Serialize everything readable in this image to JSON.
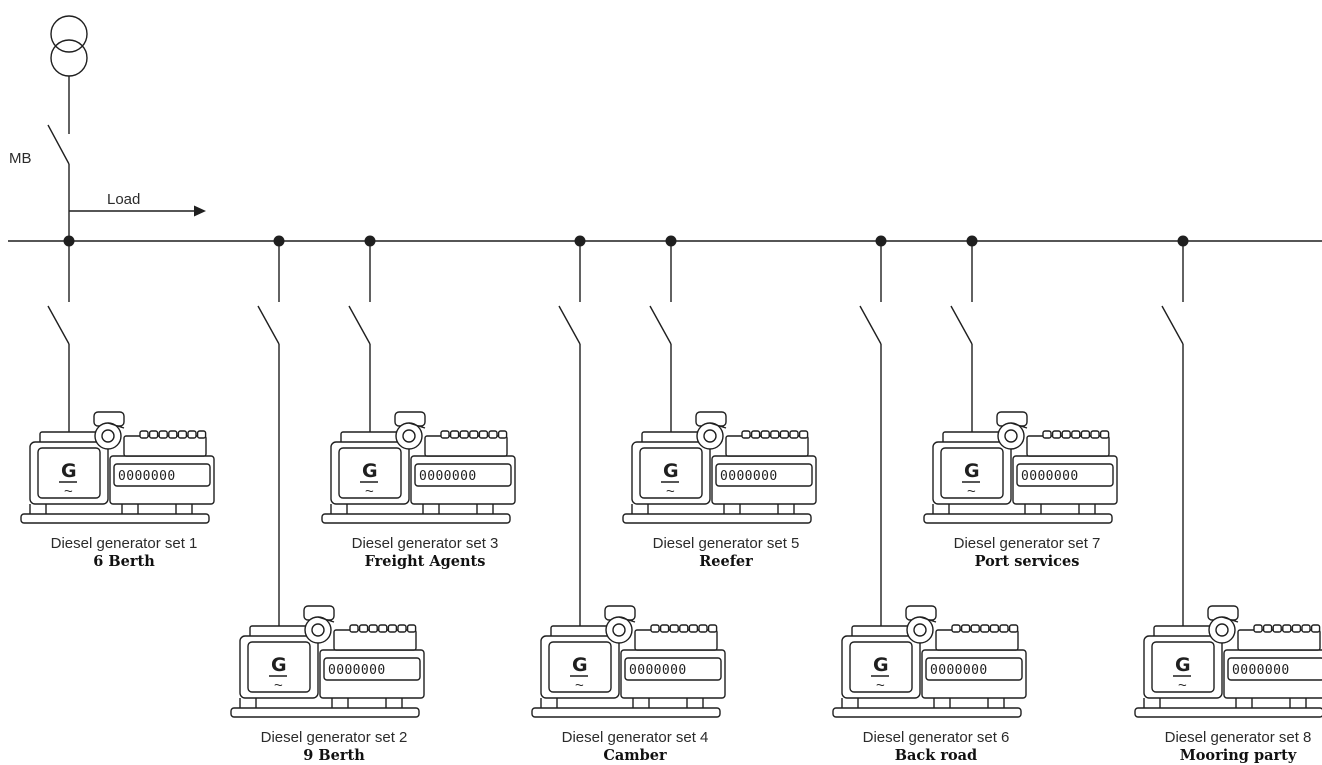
{
  "main_breaker_label": "MB",
  "load_label": "Load",
  "generator_symbol": "G",
  "engine_display": "0000000",
  "tilde": "~",
  "generators": [
    {
      "name": "Diesel generator set 1",
      "location": "6 Berth"
    },
    {
      "name": "Diesel generator set 2",
      "location": "9 Berth"
    },
    {
      "name": "Diesel generator set 3",
      "location": "Freight Agents"
    },
    {
      "name": "Diesel generator set 4",
      "location": "Camber"
    },
    {
      "name": "Diesel generator set 5",
      "location": "Reefer"
    },
    {
      "name": "Diesel generator set 6",
      "location": "Back road"
    },
    {
      "name": "Diesel generator set 7",
      "location": "Port services"
    },
    {
      "name": "Diesel generator set 8",
      "location": "Mooring party"
    }
  ],
  "icons": {
    "transformer": "transformer-icon",
    "breaker": "breaker-switch-icon",
    "generator": "diesel-generator-icon",
    "arrow": "load-arrow-icon"
  },
  "colors": {
    "line": "#1f1f1f",
    "text": "#2b2b2b",
    "background": "#ffffff"
  }
}
